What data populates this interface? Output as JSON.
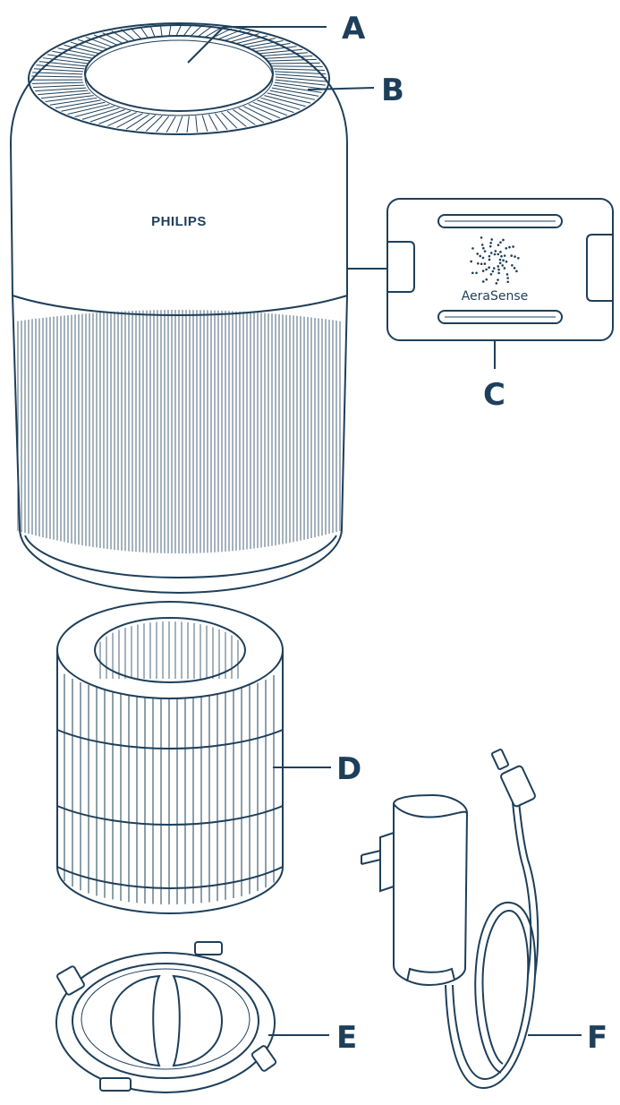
{
  "labels": {
    "a": "A",
    "b": "B",
    "c": "C",
    "d": "D",
    "e": "E",
    "f": "F"
  },
  "brand_text": "PHILIPS",
  "sensor_text": "AeraSense",
  "colors": {
    "line": "#1e3f5a",
    "background": "#ffffff"
  }
}
